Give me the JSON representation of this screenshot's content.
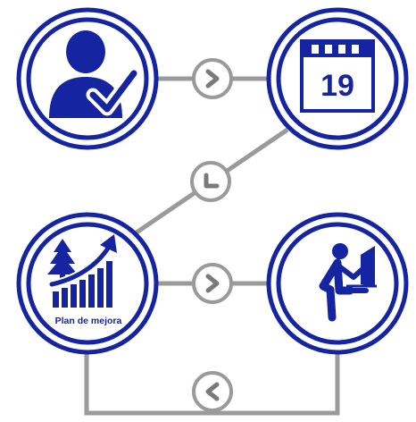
{
  "colors": {
    "primary_blue": "#1524a0",
    "connector_gray": "#9a9a9a",
    "arrow_gray": "#7a7a7a",
    "background": "#ffffff"
  },
  "nodes": [
    {
      "id": "user",
      "icon": "user-check-icon",
      "label": ""
    },
    {
      "id": "calendar",
      "icon": "calendar-icon",
      "label": "19"
    },
    {
      "id": "plan",
      "icon": "growth-chart-icon",
      "label": "Plan de mejora"
    },
    {
      "id": "worker",
      "icon": "person-at-computer-icon",
      "label": ""
    }
  ],
  "connectors": [
    {
      "from": "user",
      "to": "calendar",
      "icon": "chevron-right-icon"
    },
    {
      "from": "calendar",
      "to": "plan",
      "icon": "chevron-down-left-icon"
    },
    {
      "from": "plan",
      "to": "worker",
      "icon": "chevron-right-icon"
    },
    {
      "from": "worker",
      "to": "plan",
      "icon": "chevron-left-icon"
    }
  ]
}
